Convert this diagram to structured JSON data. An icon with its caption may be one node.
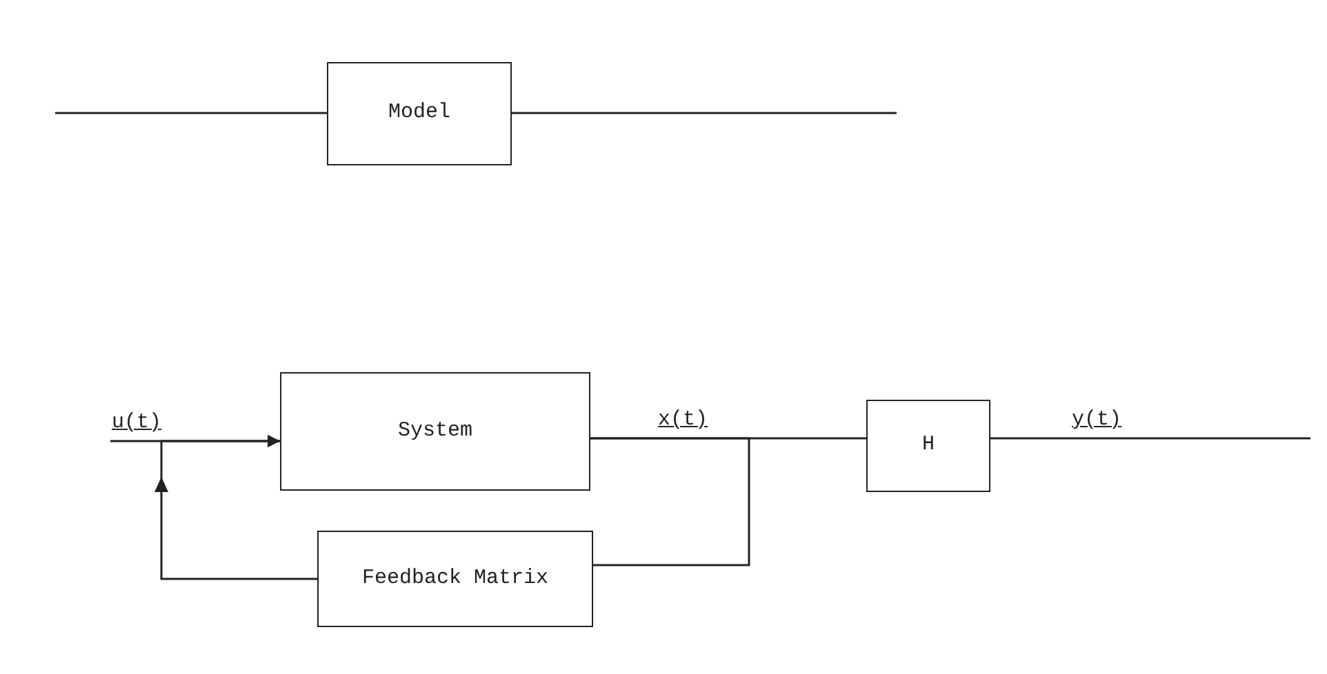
{
  "diagram": {
    "nodes": [
      {
        "text": [
          "Model"
        ]
      },
      {
        "text": [
          "System"
        ]
      },
      {
        "text": [
          "H"
        ]
      },
      {
        "text": [
          "Feedback Matrix"
        ]
      }
    ],
    "edges": [
      {
        "from": null,
        "to": 0,
        "arrow": "none"
      },
      {
        "from": 0,
        "to": null,
        "arrow": "none"
      },
      {
        "from": null,
        "to": 1,
        "arrow": "to",
        "label": "u(t)"
      },
      {
        "from": 3,
        "to": 1,
        "arrow": "to"
      },
      {
        "from": 1,
        "to": 2,
        "arrow": "none",
        "label": "x(t)"
      },
      {
        "from": 1,
        "to": 3,
        "arrow": "none"
      },
      {
        "from": 2,
        "to": null,
        "arrow": "none",
        "label": "y(t)"
      }
    ]
  }
}
